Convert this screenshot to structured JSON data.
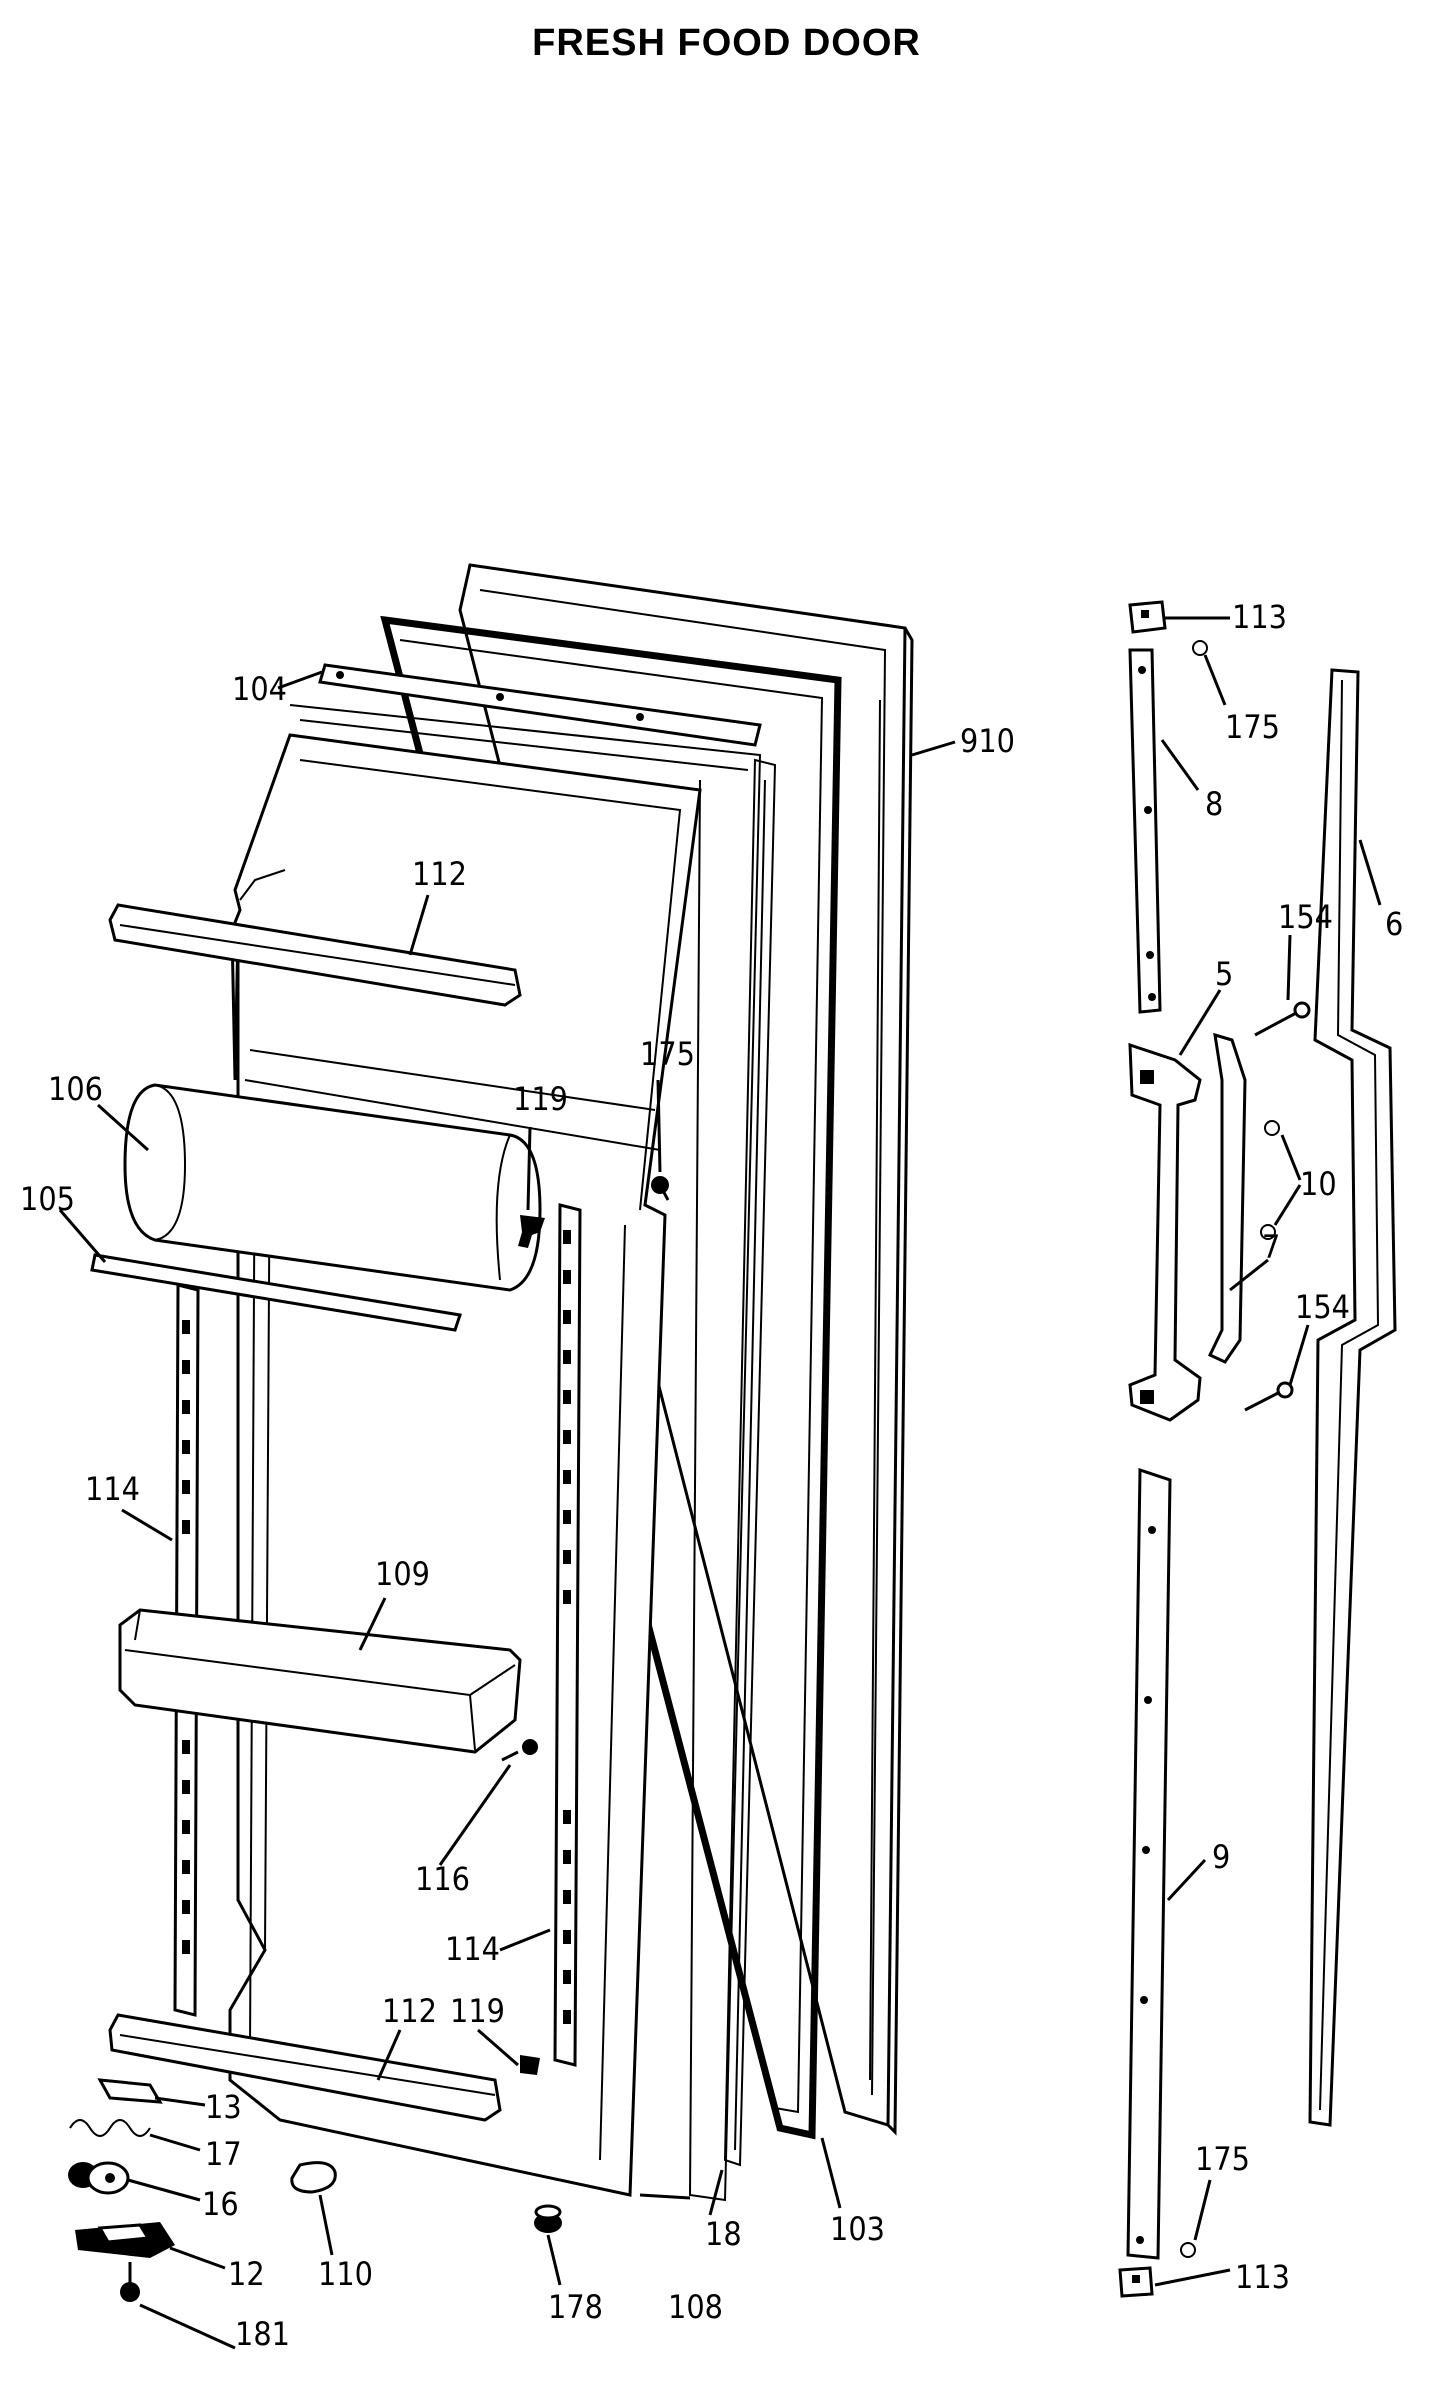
{
  "title": "FRESH FOOD DOOR",
  "part_labels": {
    "p104": "104",
    "p112a": "112",
    "p106": "106",
    "p105": "105",
    "p119a": "119",
    "p175a": "175",
    "p114a": "114",
    "p109": "109",
    "p116": "116",
    "p114b": "114",
    "p112b": "112",
    "p119b": "119",
    "p13": "13",
    "p17": "17",
    "p16": "16",
    "p12": "12",
    "p181": "181",
    "p110": "110",
    "p178": "178",
    "p108": "108",
    "p18": "18",
    "p103": "103",
    "p910": "910",
    "p113a": "113",
    "p175b": "175",
    "p8": "8",
    "p6": "6",
    "p154a": "154",
    "p5": "5",
    "p10": "10",
    "p7": "7",
    "p154b": "154",
    "p9": "9",
    "p175c": "175",
    "p113b": "113"
  }
}
